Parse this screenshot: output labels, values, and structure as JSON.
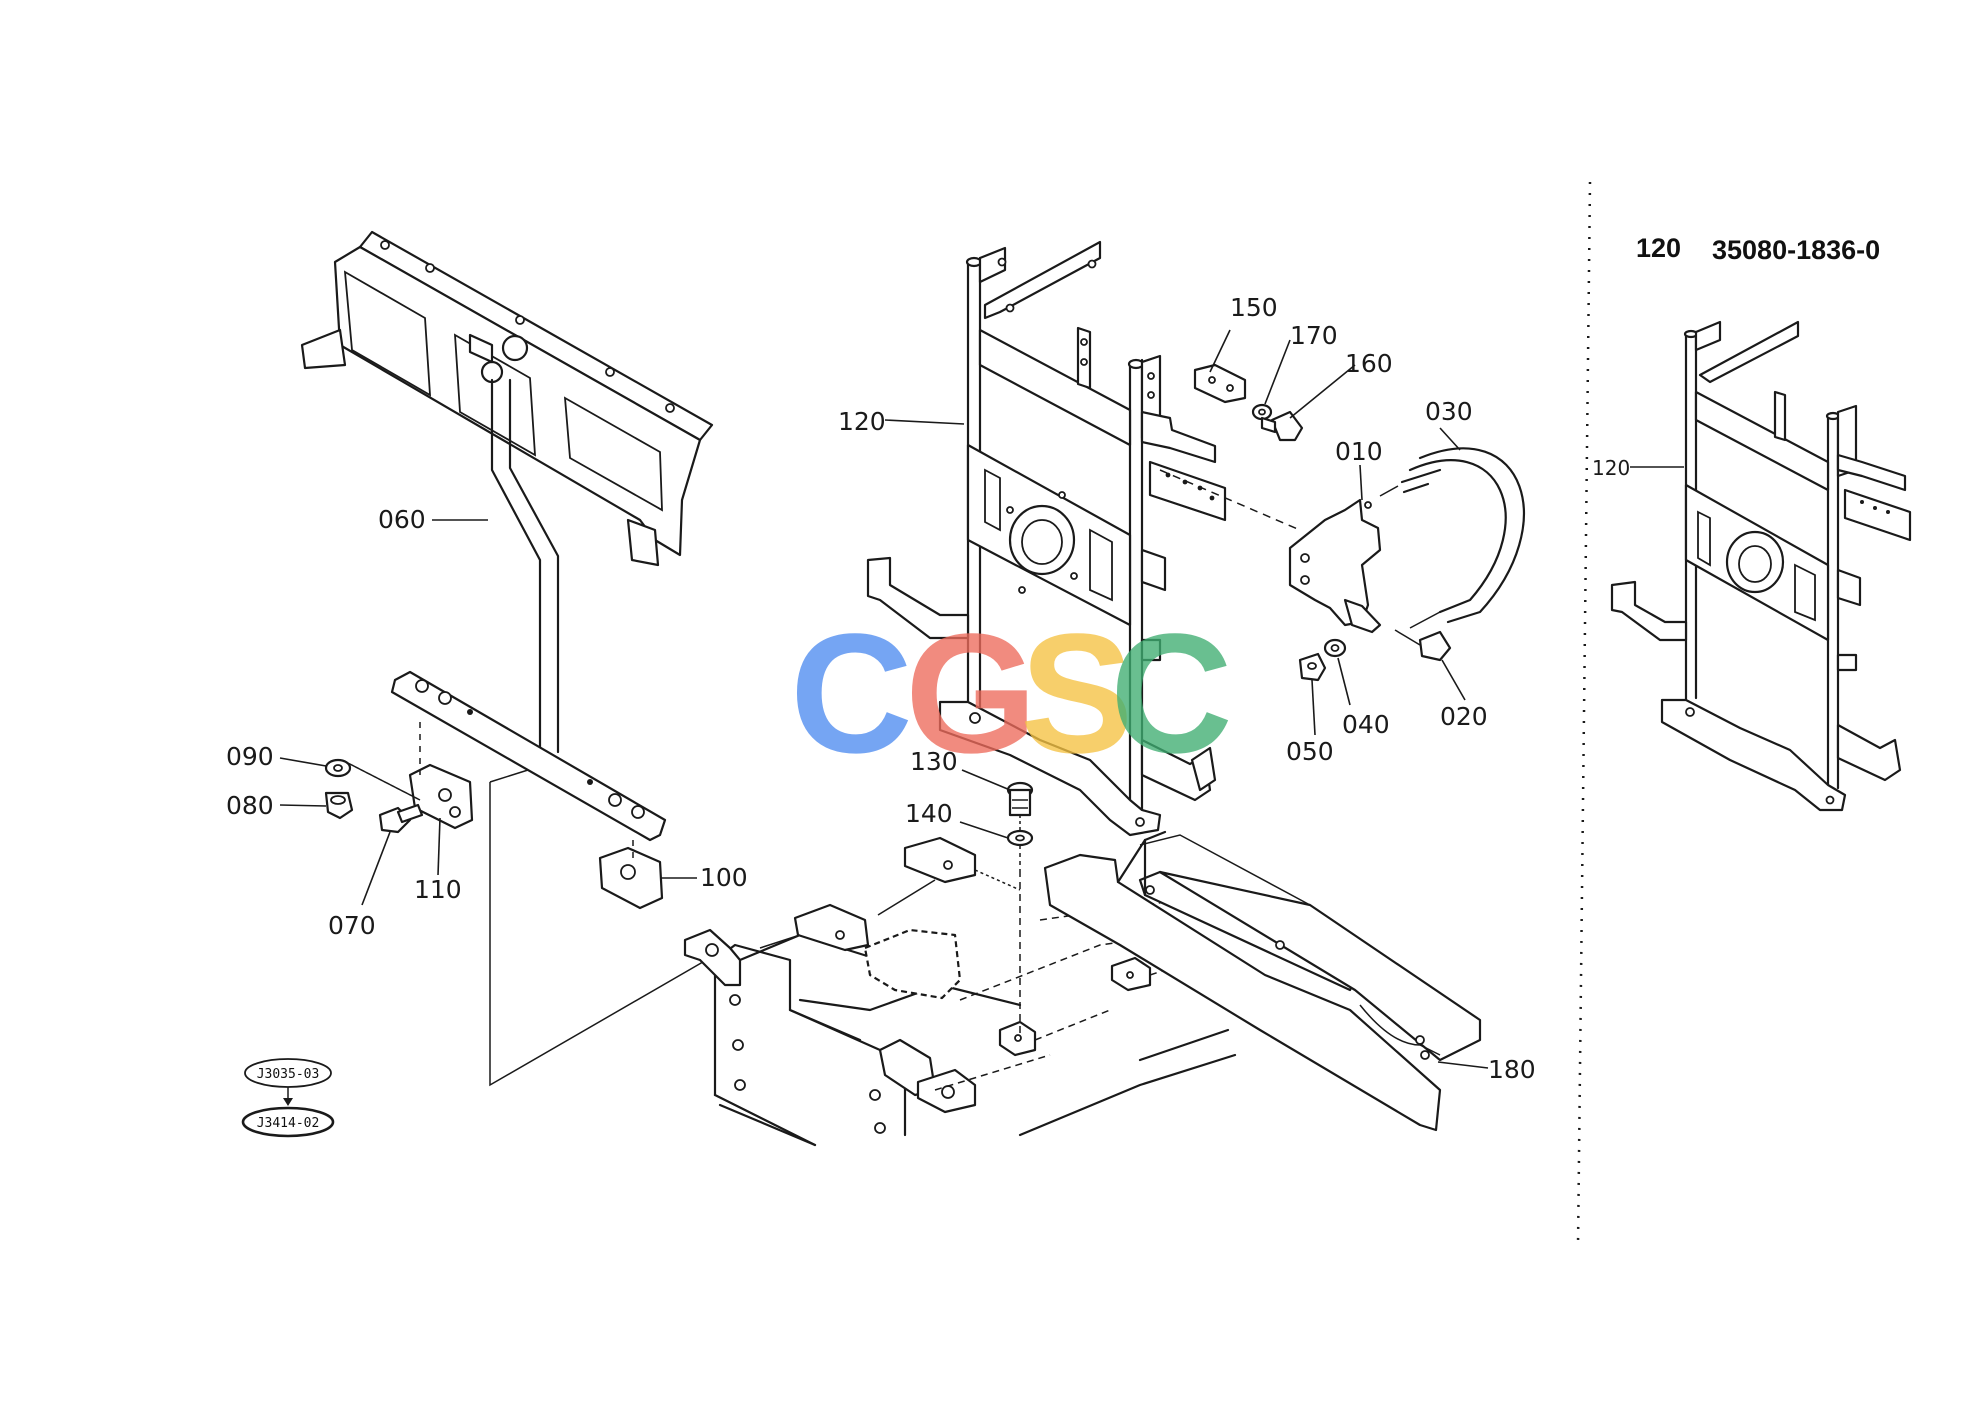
{
  "inset": {
    "item": "120",
    "part_number": "35080-1836-0"
  },
  "callouts": [
    {
      "key": "c010",
      "label": "010"
    },
    {
      "key": "c020",
      "label": "020"
    },
    {
      "key": "c030",
      "label": "030"
    },
    {
      "key": "c040",
      "label": "040"
    },
    {
      "key": "c050",
      "label": "050"
    },
    {
      "key": "c060",
      "label": "060"
    },
    {
      "key": "c070",
      "label": "070"
    },
    {
      "key": "c080",
      "label": "080"
    },
    {
      "key": "c090",
      "label": "090"
    },
    {
      "key": "c100",
      "label": "100"
    },
    {
      "key": "c110",
      "label": "110"
    },
    {
      "key": "c120",
      "label": "120"
    },
    {
      "key": "c120b",
      "label": "120"
    },
    {
      "key": "c130",
      "label": "130"
    },
    {
      "key": "c140",
      "label": "140"
    },
    {
      "key": "c150",
      "label": "150"
    },
    {
      "key": "c160",
      "label": "160"
    },
    {
      "key": "c170",
      "label": "170"
    },
    {
      "key": "c180",
      "label": "180"
    }
  ],
  "refs": {
    "upper": "J3035-03",
    "lower": "J3414-02"
  },
  "watermark": {
    "letters": [
      "C",
      "G",
      "S",
      "C"
    ],
    "colors": [
      "#4f8cf0",
      "#ee6b5c",
      "#f5c242",
      "#3fae72"
    ]
  }
}
